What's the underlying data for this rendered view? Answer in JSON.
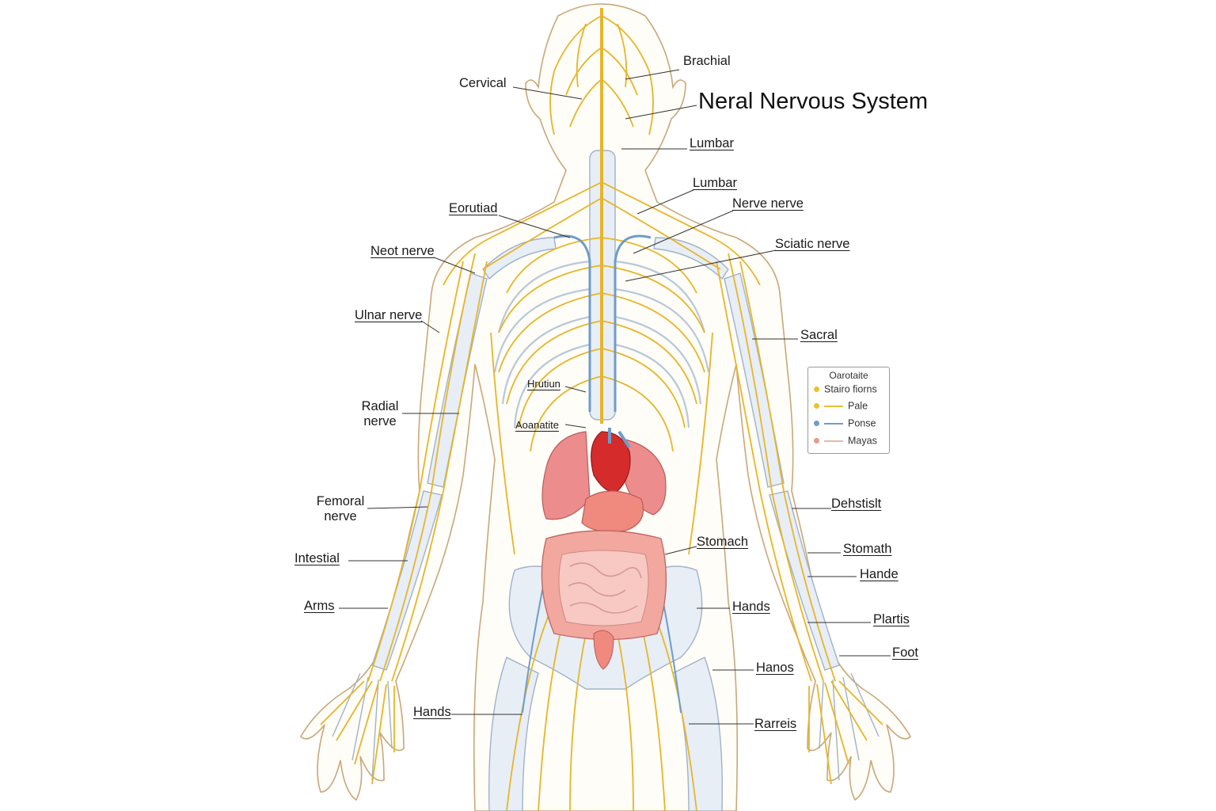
{
  "diagram": {
    "title": "Neral Nervous System",
    "colors": {
      "nerve": "#e6b52a",
      "nerve_light": "#f3cf63",
      "bone": "#e8eef6",
      "bone_edge": "#9fb2c9",
      "vessel_blue": "#6f9cc9",
      "skin_outline": "#c9a77a",
      "heart_red": "#d62b2b",
      "organ_pink": "#ec8c8c",
      "intestine": "#f1b5b0"
    },
    "labels_left": {
      "cervical": "Cervical",
      "eorutiad": "Eorutiad",
      "neot_nerve": "Neot nerve",
      "ulnar_nerve": "Ulnar nerve",
      "radial_1": "Radial",
      "radial_2": "nerve",
      "femoral_1": "Femoral",
      "femoral_2": "nerve",
      "intestial": "Intestial",
      "arms": "Arms",
      "hands": "Hands"
    },
    "labels_center": {
      "hrutiun": "Hrutiun",
      "aoanatite": "Aoanatite"
    },
    "labels_right": {
      "brachial": "Brachial",
      "lumbar_1": "Lumbar",
      "lumbar_2": "Lumbar",
      "nerve_nerve": "Nerve nerve",
      "sciatic_nerve": "Sciatic nerve",
      "sacral": "Sacral",
      "dehstislt": "Dehstislt",
      "stomach_1": "Stomach",
      "stomath": "Stomath",
      "hande": "Hande",
      "hands": "Hands",
      "plartis": "Plartis",
      "foot": "Foot",
      "hanos": "Hanos",
      "rarreis": "Rarreis"
    },
    "legend": {
      "title": "Oarotaite",
      "items": [
        {
          "marker": "dot",
          "color": "#e9c232",
          "label": "Stairo fiorns"
        },
        {
          "marker": "dot-line",
          "color": "#e9c232",
          "label": "Pale"
        },
        {
          "marker": "dot-line",
          "color": "#6f9cc9",
          "label": "Ponse"
        },
        {
          "marker": "dot-line",
          "color": "#e59a8c",
          "label": "Mayas"
        }
      ]
    }
  }
}
